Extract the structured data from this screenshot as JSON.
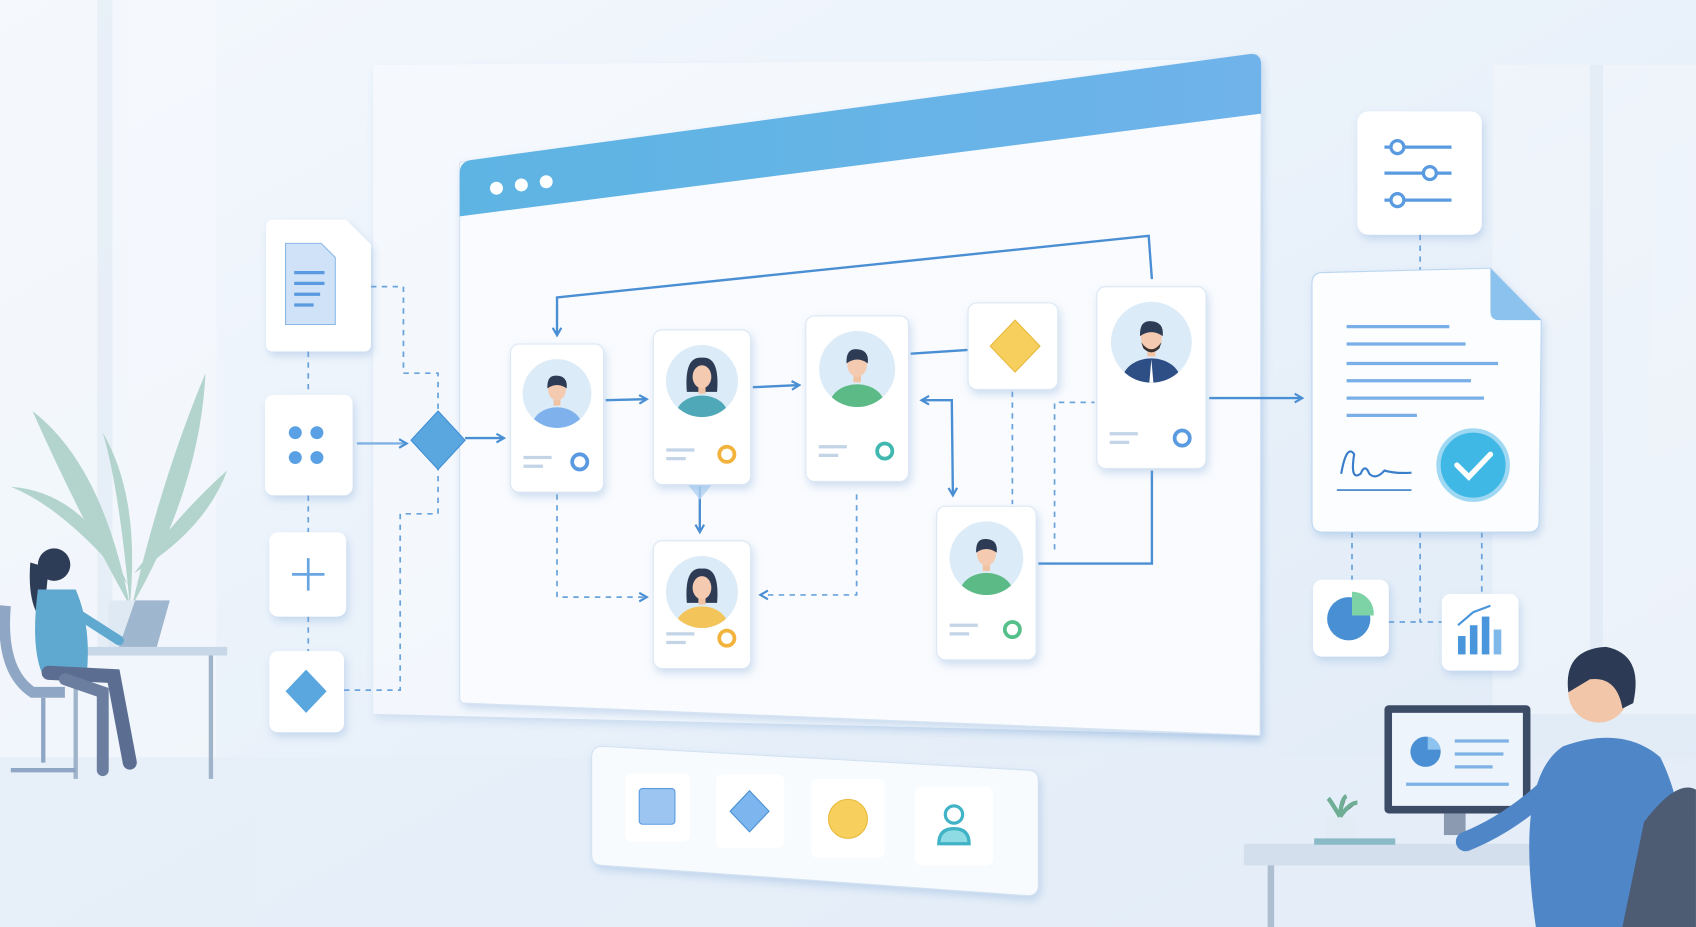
{
  "scene": {
    "title_text": "",
    "colors": {
      "background": "#eef4fb",
      "accent_blue": "#5aa7e0",
      "header_gradient_start": "#5db4e3",
      "header_gradient_end": "#7db2e8",
      "connector": "#4a8fd4",
      "diamond_yellow": "#f6cf5c",
      "check_teal": "#3fb8e6",
      "card": "#ffffff"
    }
  },
  "left_palette": {
    "items": [
      {
        "icon": "document-icon"
      },
      {
        "icon": "grid-dots-icon"
      },
      {
        "icon": "plus-icon"
      },
      {
        "icon": "diamond-icon"
      }
    ]
  },
  "workflow": {
    "window_dots": 3,
    "nodes": [
      {
        "type": "person",
        "avatar": "male-blue",
        "status": "blue"
      },
      {
        "type": "person",
        "avatar": "female-teal",
        "status": "orange"
      },
      {
        "type": "person",
        "avatar": "male-green",
        "status": "teal"
      },
      {
        "type": "decision",
        "icon": "yellow-diamond-icon"
      },
      {
        "type": "person",
        "avatar": "businessman",
        "status": "blue"
      },
      {
        "type": "person",
        "avatar": "female-yellow",
        "status": "orange"
      },
      {
        "type": "person",
        "avatar": "male-green",
        "status": "green"
      }
    ]
  },
  "right_panel": {
    "items": [
      {
        "icon": "sliders-icon"
      },
      {
        "icon": "signed-document-icon"
      },
      {
        "icon": "checkmark-icon"
      },
      {
        "icon": "pie-chart-icon"
      },
      {
        "icon": "bar-chart-icon"
      }
    ]
  },
  "bottom_toolbar": {
    "items": [
      {
        "icon": "square-shape-icon"
      },
      {
        "icon": "diamond-shape-icon"
      },
      {
        "icon": "circle-shape-icon"
      },
      {
        "icon": "person-shape-icon"
      }
    ]
  }
}
